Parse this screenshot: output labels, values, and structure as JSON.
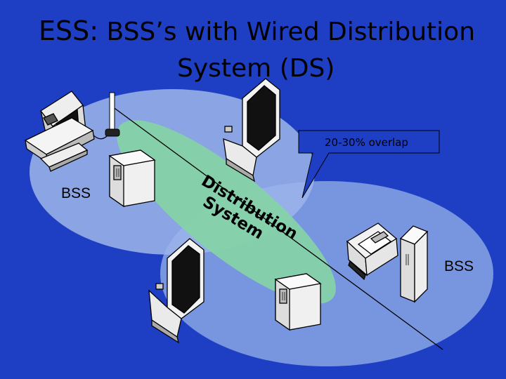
{
  "title": {
    "line1_prefix": "ESS:",
    "line1_rest": " BSS’s with Wired Distribution",
    "line2": "System (DS)"
  },
  "labels": {
    "bss_left": "BSS",
    "bss_right": "BSS",
    "callout": "20-30% overlap",
    "ds_word1": "Distribution",
    "ds_word2": "System"
  },
  "colors": {
    "background": "#1e3fc4",
    "bss_ellipse": "#7f9be0",
    "ds_ellipse": "#80cfa0",
    "callout_fill": "#1e3fc4",
    "text": "#000000"
  },
  "icons": {
    "laptop": "laptop-icon",
    "desktop": "desktop-pc-icon",
    "access_point": "access-point-icon",
    "server": "server-tower-icon",
    "printer": "printer-icon"
  }
}
